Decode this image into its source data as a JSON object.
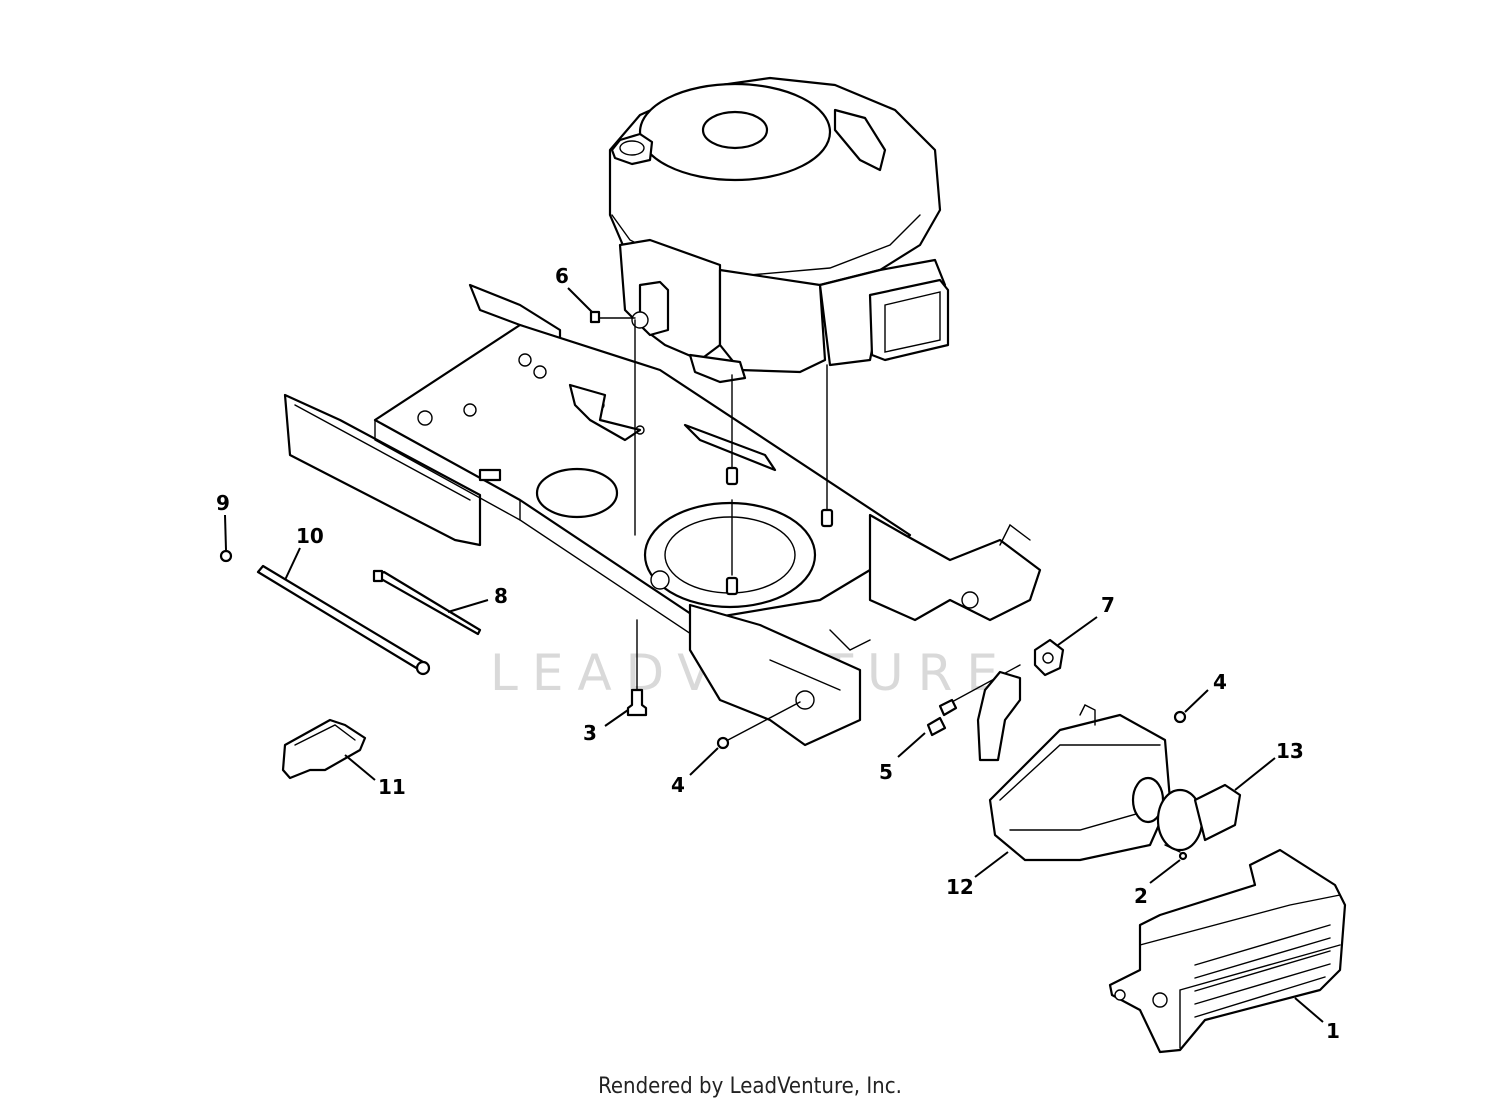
{
  "diagram": {
    "watermark": "LEADVENTURE",
    "footer": "Rendered by LeadVenture, Inc.",
    "callouts": [
      "1",
      "2",
      "3",
      "4",
      "4",
      "5",
      "6",
      "7",
      "8",
      "9",
      "10",
      "11",
      "12",
      "13"
    ]
  },
  "colors": {
    "line": "#000000",
    "background": "#ffffff",
    "watermark": "#d9d9d9"
  }
}
